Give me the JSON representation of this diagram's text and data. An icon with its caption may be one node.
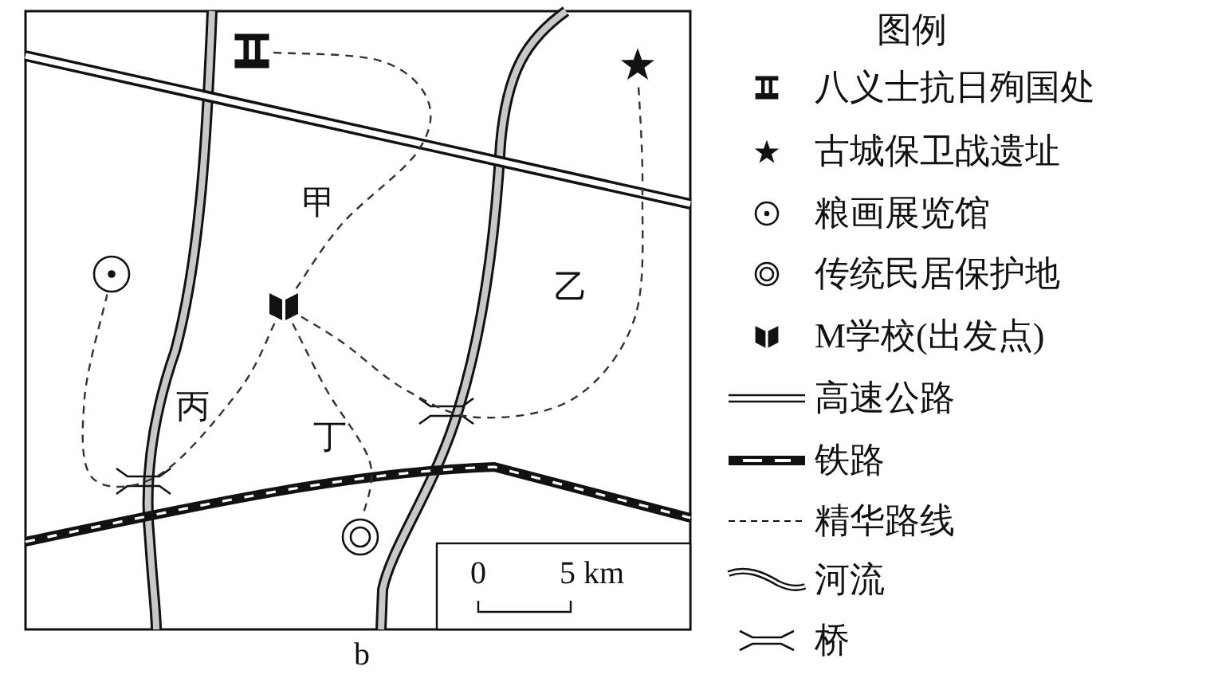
{
  "diagram": {
    "caption": "b",
    "nodes": [
      {
        "text": [],
        "shape": "picture"
      },
      {
        "text": [],
        "shape": "star"
      },
      {
        "text": [],
        "shape": "circle"
      },
      {
        "text": [],
        "shape": "picture"
      },
      {
        "text": [],
        "shape": "circle"
      }
    ],
    "edges": [
      {
        "from": 3,
        "to": 0,
        "arrow": "none",
        "label": "甲",
        "style": "dashed"
      },
      {
        "from": 3,
        "to": 1,
        "arrow": "none",
        "label": "乙",
        "style": "dashed"
      },
      {
        "from": 3,
        "to": 2,
        "arrow": "none",
        "label": "丙",
        "style": "dashed"
      },
      {
        "from": 3,
        "to": 4,
        "arrow": "none",
        "label": "丁",
        "style": "dashed"
      }
    ],
    "labels": [
      "图例",
      "0",
      "5 km"
    ],
    "legend": [
      {
        "text": "八义士抗日殉国处"
      },
      {
        "text": "古城保卫战遗址"
      },
      {
        "text": "粮画展览馆"
      },
      {
        "text": "传统民居保护地"
      },
      {
        "text": "M学校(出发点)"
      },
      {
        "text": "高速公路"
      },
      {
        "text": "铁路"
      },
      {
        "text": "精华路线"
      },
      {
        "text": "河流"
      },
      {
        "text": "桥"
      }
    ]
  }
}
